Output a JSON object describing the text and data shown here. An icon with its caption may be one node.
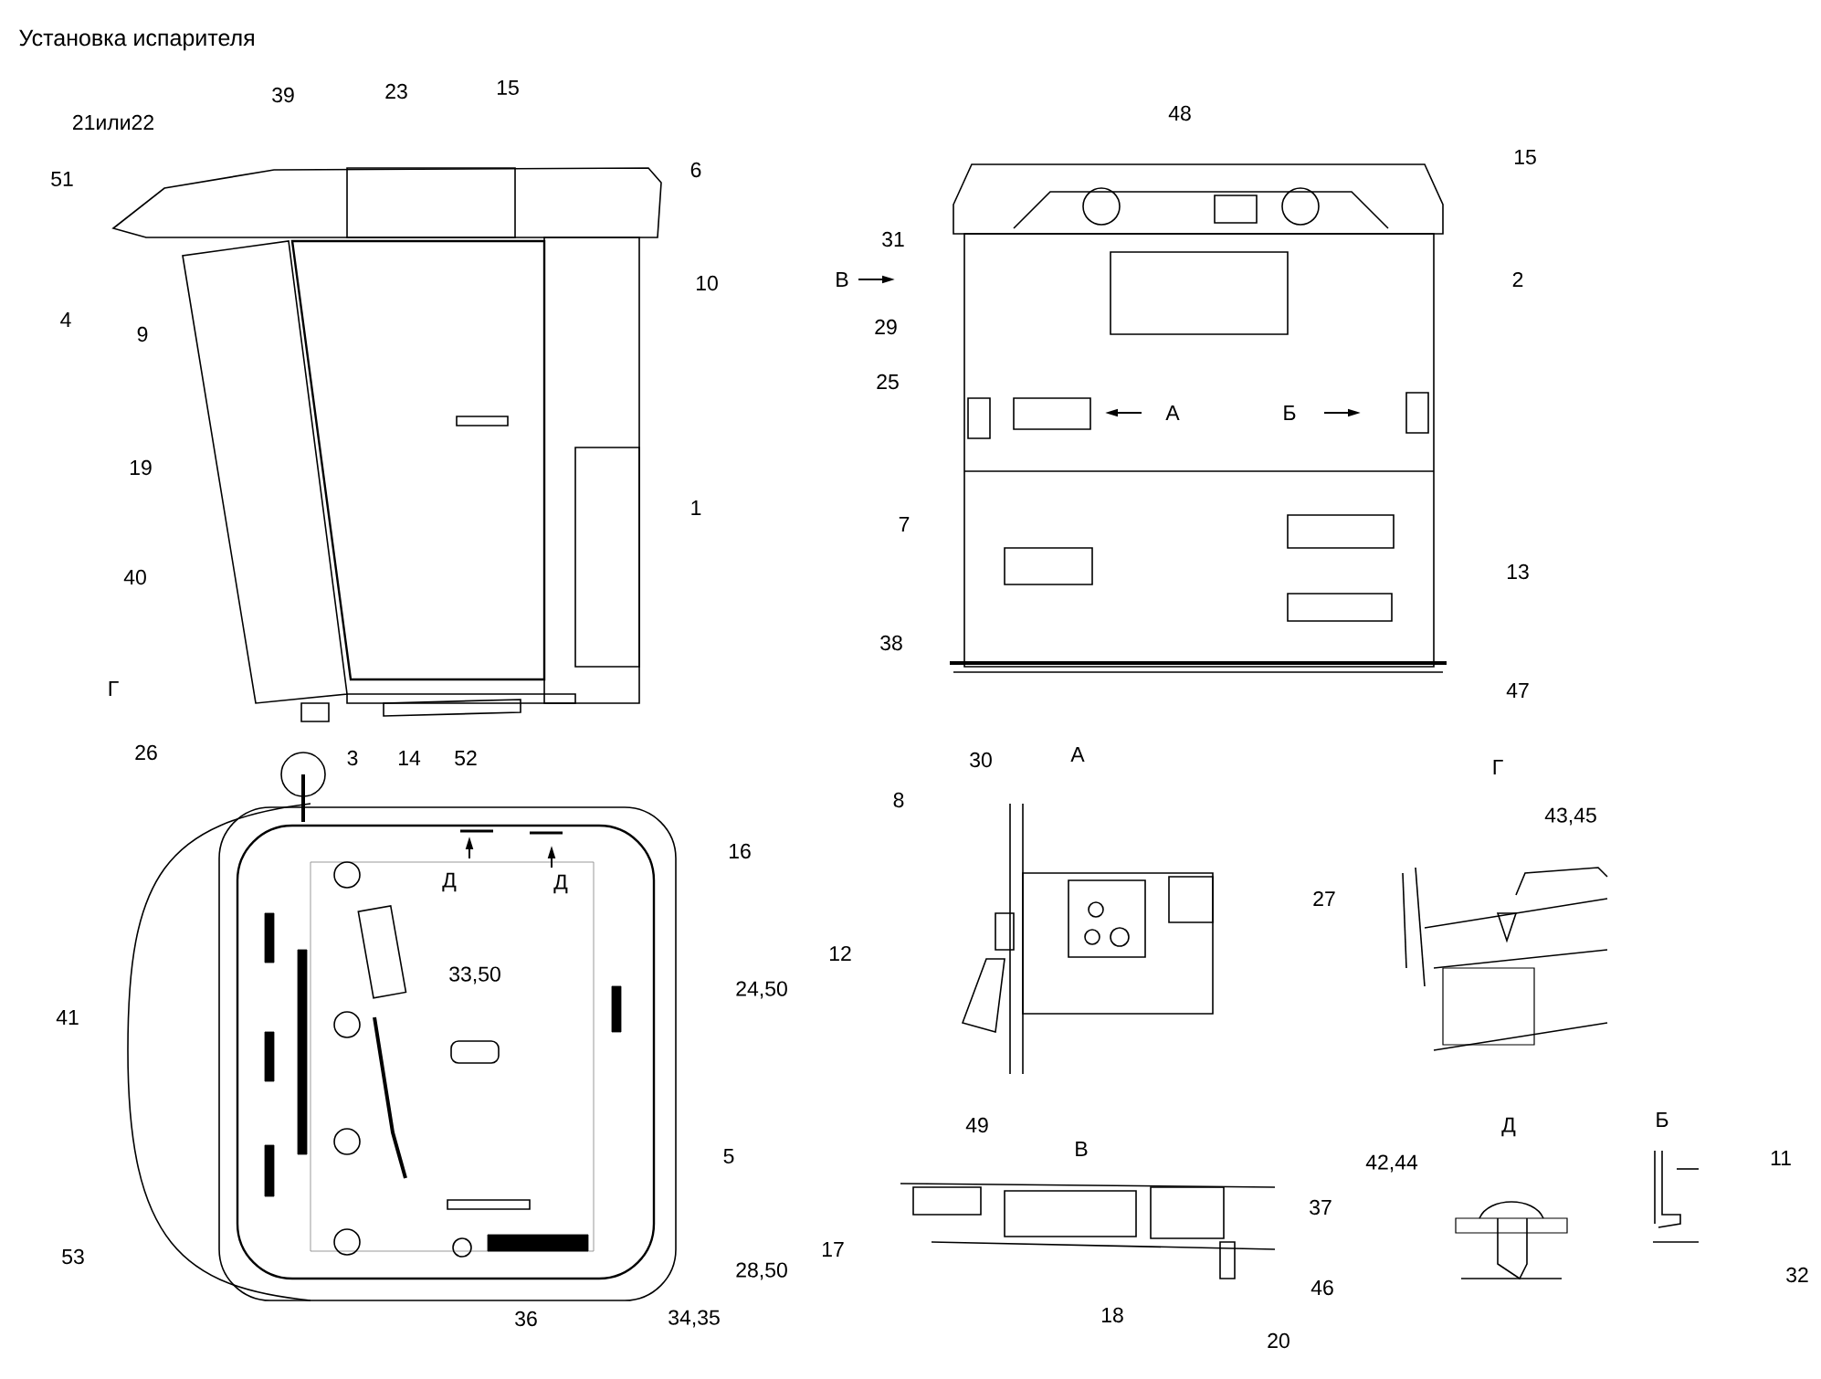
{
  "diagram": {
    "title": "Установка испарителя",
    "labels": [
      "21или22",
      "39",
      "23",
      "15",
      "51",
      "6",
      "10",
      "4",
      "9",
      "19",
      "1",
      "40",
      "Г",
      "26",
      "3",
      "14",
      "52",
      "48",
      "15",
      "31",
      "В",
      "2",
      "29",
      "25",
      "А",
      "Б",
      "7",
      "13",
      "38",
      "47",
      "30",
      "А",
      "8",
      "Г",
      "16",
      "Д",
      "Д",
      "43,45",
      "33,50",
      "27",
      "12",
      "24,50",
      "41",
      "49",
      "В",
      "5",
      "Д",
      "Б",
      "42,44",
      "11",
      "37",
      "17",
      "53",
      "28,50",
      "46",
      "32",
      "36",
      "34,35",
      "18",
      "20"
    ]
  }
}
